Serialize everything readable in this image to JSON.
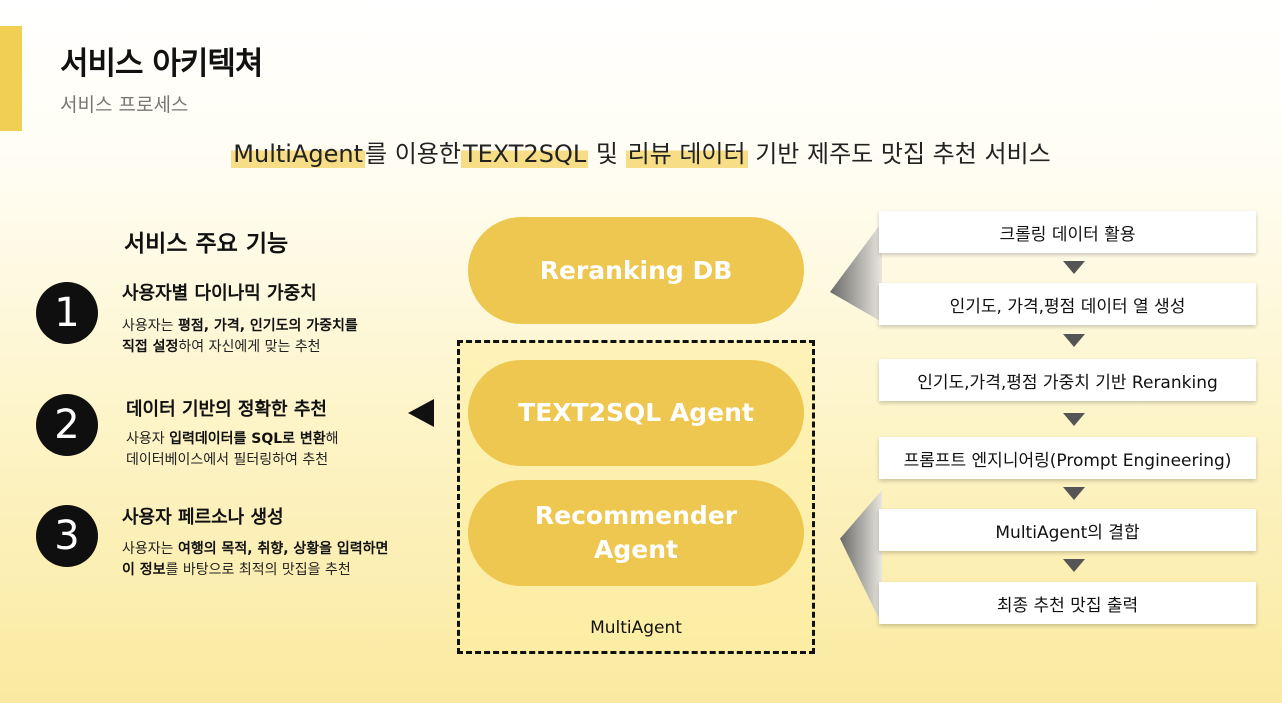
{
  "header": {
    "title": "서비스 아키텍쳐",
    "subtitle": "서비스 프로세스"
  },
  "headline": {
    "hl1": "MultiAgent",
    "t1": "를 이용한",
    "hl2": "TEXT2SQL",
    "t2": " 및 ",
    "hl3": "리뷰 데이터",
    "t3": " 기반 제주도 맛집 추천 서비스"
  },
  "features": {
    "title": "서비스 주요 기능",
    "items": [
      {
        "num": "1",
        "title": "사용자별 다이나믹 가중치",
        "l1a": "사용자는 ",
        "l1b": "평점, 가격, 인기도의 가중치를",
        "l2b": "직접 설정",
        "l2c": "하여 자신에게 맞는 추천"
      },
      {
        "num": "2",
        "title": "데이터 기반의 정확한 추천",
        "l1a": "사용자 ",
        "l1b": "입력데이터를 SQL로 변환",
        "l1c": "해",
        "l2": "데이터베이스에서 필터링하여 추천"
      },
      {
        "num": "3",
        "title": "사용자 페르소나 생성",
        "l1a": "사용자는 ",
        "l1b": "여행의 목적, 취향, 상황을 입력하면",
        "l2b": "이 정보",
        "l2c": "를 바탕으로 최적의 맛집을 추천"
      }
    ]
  },
  "architecture": {
    "reranking": "Reranking DB",
    "text2sql": "TEXT2SQL Agent",
    "recommender_1": "Recommender",
    "recommender_2": "Agent",
    "group_label": "MultiAgent"
  },
  "process": {
    "steps": [
      "크롤링 데이터 활용",
      "인기도, 가격,평점 데이터 열 생성",
      "인기도,가격,평점 가중치 기반 Reranking",
      "프롬프트 엔지니어링(Prompt Engineering)",
      "MultiAgent의 결합",
      "최종 추천 맛집 출력"
    ]
  },
  "colors": {
    "accent": "#f0cf52",
    "pill": "#edc74f",
    "highlight": "#f7dd85",
    "dark": "#111111"
  }
}
